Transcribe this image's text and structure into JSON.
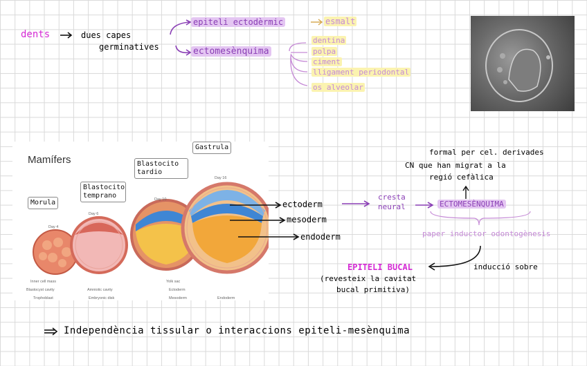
{
  "notes": {
    "dents": "dents",
    "dues_capes_1": "dues capes",
    "dues_capes_2": "germinatives",
    "epiteli_ectodermic": "epiteli ectodèrmic",
    "esmalt": "esmalt",
    "ectomesenquima": "ectomesènquima",
    "derivats": [
      "dentina",
      "polpa",
      "ciment",
      "lligament periodontal",
      "os alveolar"
    ],
    "formal_1": "formal per cel. derivades",
    "formal_2": "CN que han migrat a la",
    "formal_3": "regió cefàlica",
    "ectoderm": "ectoderm",
    "mesoderm": "mesoderm",
    "endoderm": "endoderm",
    "cresta_1": "cresta",
    "cresta_2": "neural",
    "ectomesenquima_caps": "ECTOMESÈNQUIMA",
    "paper_inductor": "paper inductor odontogènesis",
    "induccio": "inducció sobre",
    "epiteli_bucal": "EPITELI BUCAL",
    "revesteix_1": "(revesteix la cavitat",
    "revesteix_2": "bucal primitiva)",
    "footer": "Independència tissular o interaccions epiteli-mesènquima"
  },
  "figure": {
    "title": "Mamífers",
    "stages": [
      "Morula",
      "Blastocito temprano",
      "Blastocito tardio",
      "Gastrula"
    ],
    "days": [
      "Day 4",
      "Day 6",
      "Day 10",
      "Day 16"
    ],
    "bottom_labels": [
      "Inner cell mass",
      "Blastocyst cavity",
      "Trophoblast",
      "Amniotic cavity",
      "Embryonic disk",
      "Yolk sac",
      "Ectoderm",
      "Mesoderm",
      "Endoderm"
    ]
  },
  "colors": {
    "pink_ink": "#d42ad4",
    "purple_highlight": "#e4c6f2",
    "yellow_highlight": "#fbf3b0"
  }
}
